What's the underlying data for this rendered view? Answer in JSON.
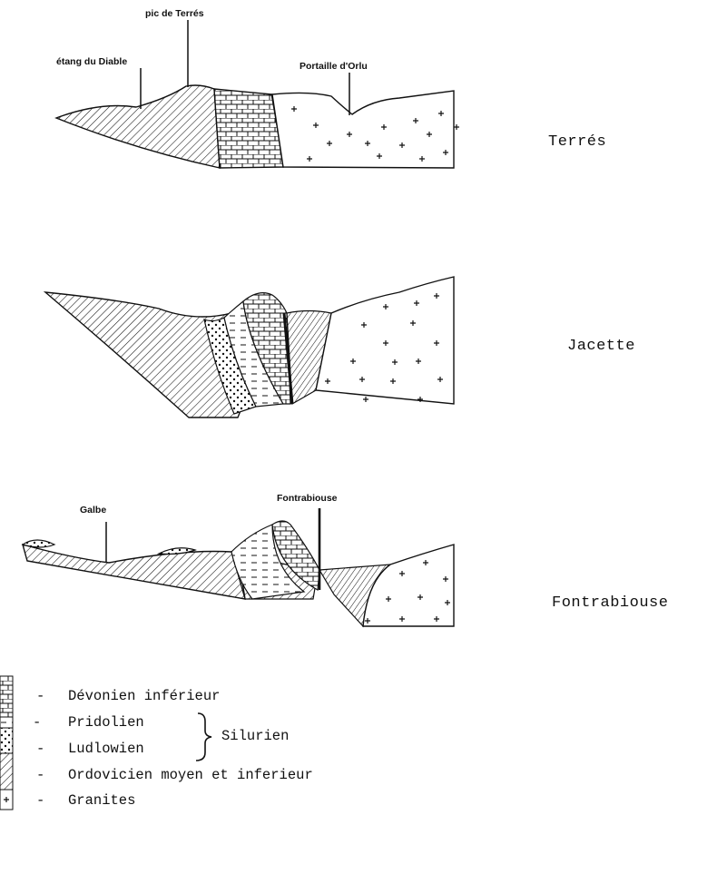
{
  "sections": [
    {
      "name": "Terrés",
      "labels": {
        "a": "étang du Diable",
        "b": "pic de Terrés",
        "c": "Portaille d'Orlu"
      }
    },
    {
      "name": "Jacette"
    },
    {
      "name": "Fontrabiouse",
      "labels": {
        "a": "Galbe",
        "b": "Fontrabiouse"
      }
    }
  ],
  "legend": {
    "items": [
      "Dévonien inférieur",
      "Pridolien",
      "Ludlowien",
      "Ordovicien moyen et inferieur",
      "Granites"
    ],
    "dash": "-",
    "group": "Silurien"
  }
}
